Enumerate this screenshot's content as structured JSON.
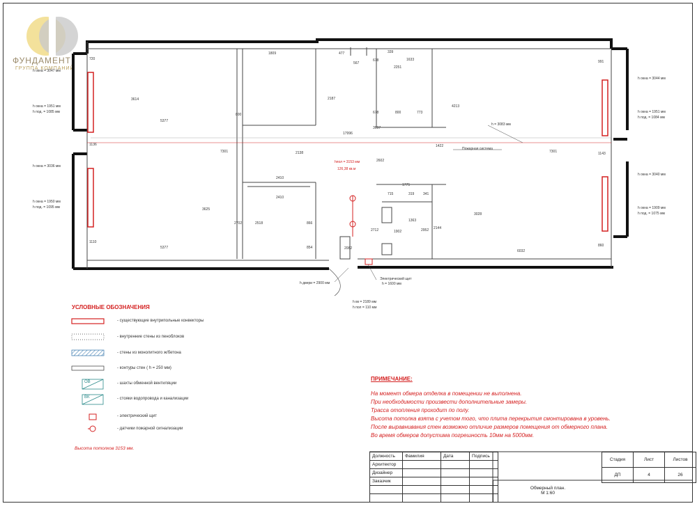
{
  "logo": {
    "name": "ФУНДАМЕНТ",
    "subtitle": "ГРУППА КОМПАНИЙ"
  },
  "plan": {
    "dims": {
      "d5377_top": "5377",
      "d5377_bot": "5377",
      "d1809": "1809",
      "d2251": "2251",
      "d1633": "1633",
      "d2187": "2187",
      "d17996": "17996",
      "d3697": "3697",
      "d2410a": "2410",
      "d2410b": "2410",
      "d1775": "1775",
      "d1363": "1363",
      "d6032": "6032",
      "d3614": "3614",
      "d3625": "3625",
      "d3028": "3028",
      "d4213": "4213",
      "d7301a": "7301",
      "d7301b": "7301",
      "d2082": "2082",
      "d800a": "800",
      "d800b": "800",
      "d678a": "678",
      "d678b": "678",
      "d773": "773",
      "d567": "567",
      "d477": "477",
      "d339": "339",
      "d715": "715",
      "d319": "319",
      "d341": "341",
      "d854": "854",
      "d866": "866",
      "d2702": "2702",
      "d2518": "2518",
      "d2144": "2144",
      "d2952": "2952",
      "d1902": "1902",
      "d2712": "2712",
      "d2602": "2602",
      "d1422": "1422",
      "d2138": "2138",
      "d1143": "1143",
      "d1136": "1136",
      "d1110": "1110",
      "d720": "720",
      "d991": "991",
      "d860": "860"
    },
    "labels": {
      "l1": "h окна = 3047 мм",
      "l2": "h окна = 1951 мм",
      "l3": "h под. = 1085 мм",
      "l4": "h окна = 3036 мм",
      "l5": "h окна = 1950 мм",
      "l6": "h под. = 1095 мм",
      "r1": "h окна = 3044 мм",
      "r2": "h окна = 1951 мм",
      "r3": "h под. = 1084 мм",
      "r4": "h окна = 3040 мм",
      "r5": "h окна = 1909 мм",
      "r6": "h под. = 1075 мм",
      "pipe": "h = 3083 мм",
      "fire": "Пожарная система",
      "ceil1": "hпол = 3153 мм",
      "ceil2": "126,38 кв.м",
      "door": "h двери = 2900 мм",
      "panel": "Электрический щит",
      "panel_h": "h = 1600 мм",
      "vent1": "h вк = 2189 мм",
      "vent2": "h пол = 110 мм"
    }
  },
  "legend": {
    "title": "УСЛОВНЫЕ ОБОЗНАЧЕНИЯ",
    "items": [
      "- существующие внутрипольные конвекторы",
      "- внутренние стены из пеноблоков",
      "- стены из монолитного ж/бетона",
      "- контуры стен ( h = 250 мм)",
      "- шахты обменной вентиляции",
      "- стояки водопровода и канализации",
      "- электрический щит",
      "- датчики пожарной сигнализации"
    ],
    "symbols": {
      "ov": "ОВ",
      "vk": "ВК"
    },
    "ceiling_height": "Высота потолков 3153 мм."
  },
  "notes": {
    "title": "ПРИМЕЧАНИЕ:",
    "lines": [
      "На момент обмера отделка в помещении не выполнена.",
      "При необходимости произвести дополнительные замеры.",
      "Трасса отопления проходит по полу.",
      "Высота потолка взята с учетом того, что плита перекрытия смонтирована в уровень.",
      "После выравнивания стен возможно отличие размеров помещения от обмерного плана.",
      "Во время обмеров допустима погрешность 10мм на 5000мм."
    ]
  },
  "title_block": {
    "headers": [
      "Должность",
      "Фамилия",
      "Дата",
      "Подпись"
    ],
    "roles": [
      "Архитектор",
      "Дизайнер",
      "Заказчик"
    ],
    "stage_header": "Стадия",
    "sheet_header": "Лист",
    "sheets_header": "Листов",
    "stage": "ДП",
    "sheet": "4",
    "sheets": "26",
    "title": "Обмерный план.",
    "scale": "М 1:60"
  },
  "colors": {
    "accent": "#d42020",
    "line": "#222222"
  }
}
